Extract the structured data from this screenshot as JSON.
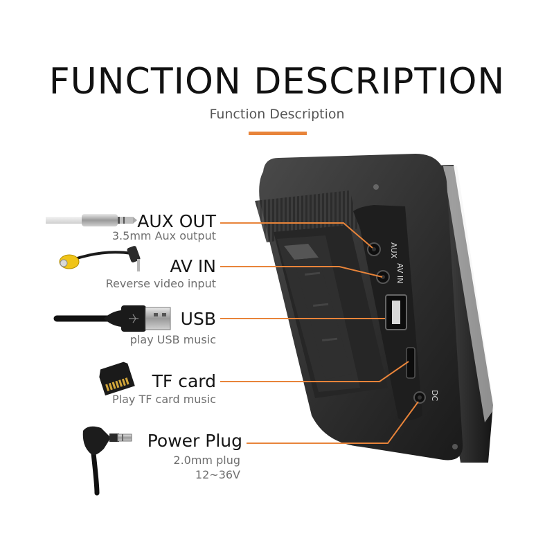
{
  "header": {
    "title": "FUNCTION DESCRIPTION",
    "subtitle": "Function Description",
    "accent_color": "#e8843a"
  },
  "features": [
    {
      "name": "AUX OUT",
      "desc": "3.5mm Aux output",
      "icon": "aux-cable-icon"
    },
    {
      "name": "AV IN",
      "desc": "Reverse video input",
      "icon": "av-rca-cable-icon"
    },
    {
      "name": "USB",
      "desc": "play USB music",
      "icon": "usb-cable-icon"
    },
    {
      "name": "TF card",
      "desc": "Play TF card music",
      "icon": "tf-card-icon"
    },
    {
      "name": "Power Plug",
      "desc": "2.0mm plug",
      "desc2": "12~36V",
      "icon": "power-plug-icon"
    }
  ],
  "device": {
    "port_labels": [
      "AUX",
      "AV IN",
      "DC"
    ]
  }
}
